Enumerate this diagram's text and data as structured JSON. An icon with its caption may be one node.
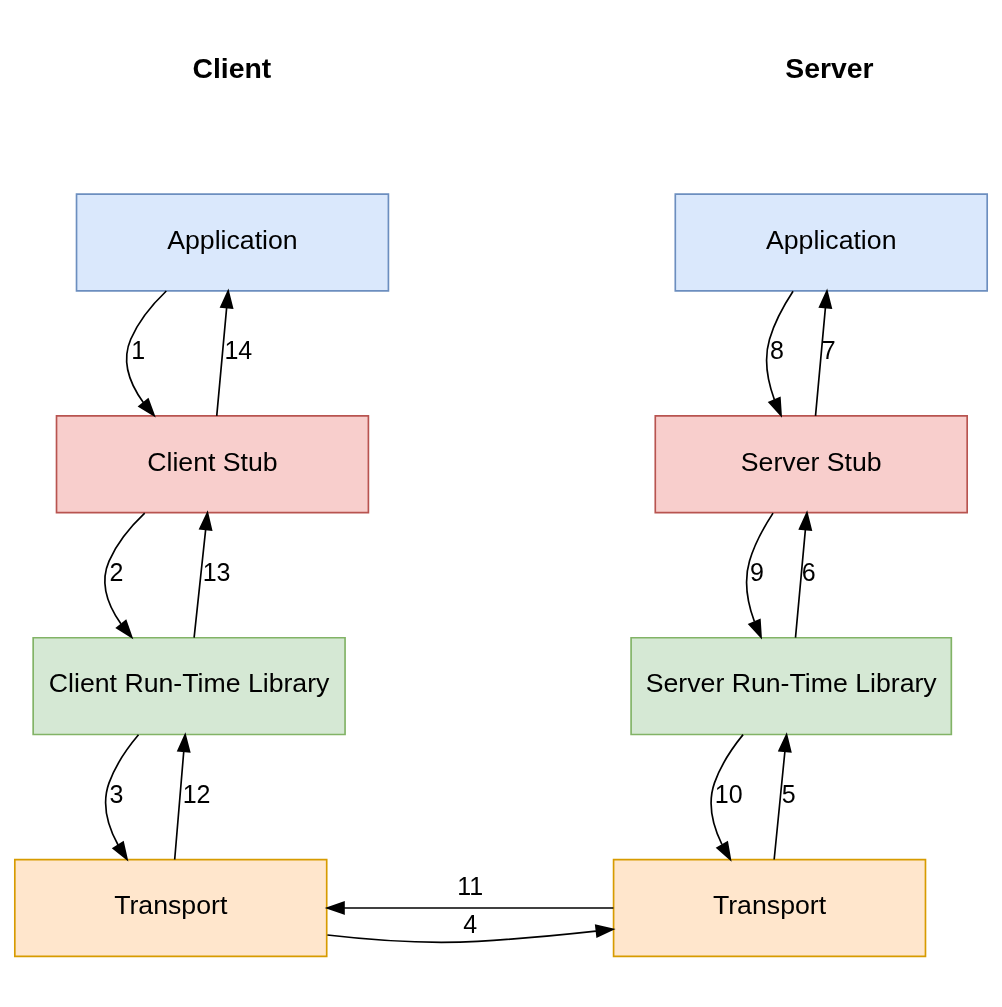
{
  "diagram": {
    "nodes": [
      {
        "text": [
          "Application"
        ]
      },
      {
        "text": [
          "Client Stub"
        ]
      },
      {
        "text": [
          "Client Run-Time Library"
        ]
      },
      {
        "text": [
          "Transport"
        ]
      },
      {
        "text": [
          "Application"
        ]
      },
      {
        "text": [
          "Server Stub"
        ]
      },
      {
        "text": [
          "Server Run-Time Library"
        ]
      },
      {
        "text": [
          "Transport"
        ]
      }
    ],
    "edges": [
      {
        "from": 0,
        "to": 1,
        "arrow": "to",
        "label": "1"
      },
      {
        "from": 1,
        "to": 2,
        "arrow": "to",
        "label": "2"
      },
      {
        "from": 2,
        "to": 3,
        "arrow": "to",
        "label": "3"
      },
      {
        "from": 3,
        "to": 7,
        "arrow": "to",
        "label": "4"
      },
      {
        "from": 7,
        "to": 6,
        "arrow": "to",
        "label": "5"
      },
      {
        "from": 6,
        "to": 5,
        "arrow": "to",
        "label": "6"
      },
      {
        "from": 5,
        "to": 4,
        "arrow": "to",
        "label": "7"
      },
      {
        "from": 4,
        "to": 5,
        "arrow": "to",
        "label": "8"
      },
      {
        "from": 5,
        "to": 6,
        "arrow": "to",
        "label": "9"
      },
      {
        "from": 6,
        "to": 7,
        "arrow": "to",
        "label": "10"
      },
      {
        "from": 7,
        "to": 3,
        "arrow": "to",
        "label": "11"
      },
      {
        "from": 3,
        "to": 2,
        "arrow": "to",
        "label": "12"
      },
      {
        "from": 2,
        "to": 1,
        "arrow": "to",
        "label": "13"
      },
      {
        "from": 1,
        "to": 0,
        "arrow": "to",
        "label": "14"
      }
    ],
    "labels": [
      "Client",
      "Server"
    ]
  }
}
